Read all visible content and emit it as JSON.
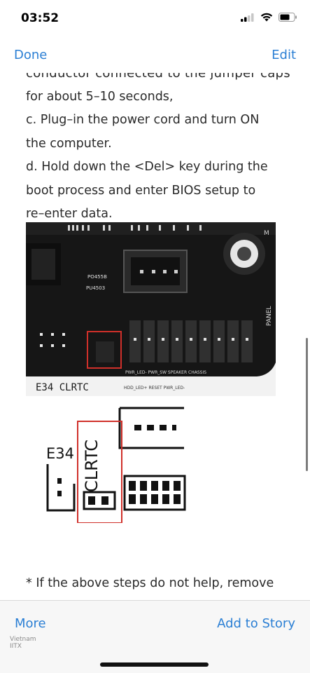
{
  "status_bar": {
    "time": "03:52",
    "icons": [
      "cellular-signal-icon",
      "wifi-icon",
      "battery-icon"
    ]
  },
  "nav": {
    "done_label": "Done",
    "edit_label": "Edit"
  },
  "document": {
    "clipped_line": "conductor connected to the jumper caps",
    "lines": [
      "for about  5–10 seconds,",
      "c. Plug–in the power cord and turn ON",
      "the computer.",
      "d. Hold down the <Del> key during the",
      "boot process and enter BIOS setup to",
      "re–enter data."
    ],
    "photo_labels": {
      "clrtc": "E34  CLRTC",
      "panel": "PANEL",
      "chip1": "PO455B",
      "chip2": "PU4503",
      "pins": "PWR_LED-  PWR_SW   SPEAKER  CHASSIS",
      "pins2": "HDD_LED+  RESET  PWR_LED-"
    },
    "diagram_labels": {
      "e34": "E34",
      "clrtc": "CLRTC"
    },
    "footnote": "* If the above steps do not help, remove"
  },
  "toolbar": {
    "more_label": "More",
    "story_label": "Add to Story",
    "watermark_line1": "Vietnam",
    "watermark_line2": "IITX"
  },
  "colors": {
    "accent": "#2b7fd4",
    "highlight_box": "#d0302a",
    "board": "#1b1b1b"
  }
}
